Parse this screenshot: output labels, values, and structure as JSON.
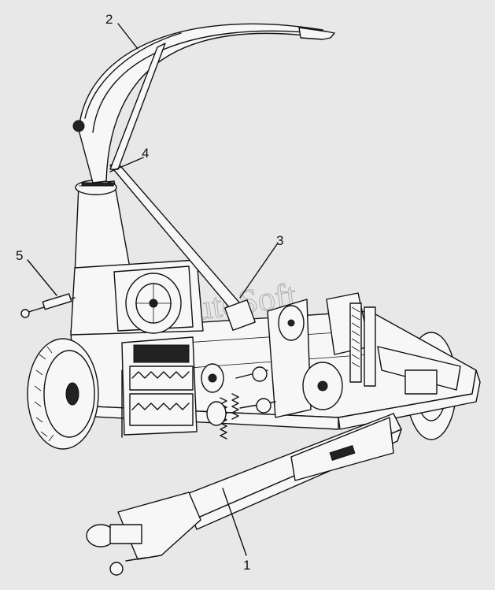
{
  "figure": {
    "callouts": [
      {
        "id": "1",
        "label": "1"
      },
      {
        "id": "2",
        "label": "2"
      },
      {
        "id": "3",
        "label": "3"
      },
      {
        "id": "4",
        "label": "4"
      },
      {
        "id": "5",
        "label": "5"
      }
    ],
    "watermark": "AutoSoft"
  },
  "colors": {
    "background": "#e8e8e8",
    "ink": "#111111",
    "watermark": "#9a9a9a"
  }
}
